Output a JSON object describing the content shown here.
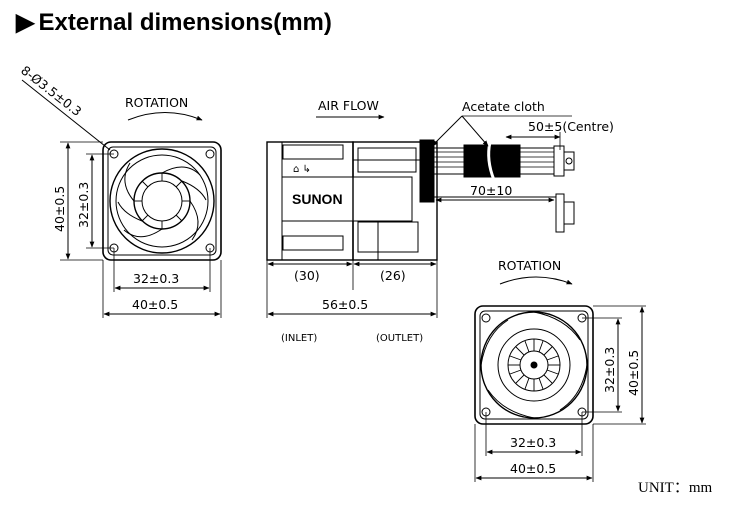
{
  "title": "External dimensions(mm)",
  "title_marker": "▶",
  "front_view": {
    "hole_spec": "8-Ø3.5±0.3",
    "rotation": "ROTATION",
    "height_outer": "40±0.5",
    "height_inner": "32±0.3",
    "width_inner": "32±0.3",
    "width_outer": "40±0.5"
  },
  "side_view": {
    "air_flow": "AIR FLOW",
    "brand": "SUNON",
    "acetate_cloth": "Acetate cloth",
    "lead_centre": "50±5(Centre)",
    "lead_length": "70±10",
    "inlet_len": "(30)",
    "outlet_len": "(26)",
    "total_len": "56±0.5",
    "inlet": "(INLET)",
    "outlet": "(OUTLET)"
  },
  "rear_view": {
    "rotation": "ROTATION",
    "height_inner": "32±0.3",
    "height_outer": "40±0.5",
    "width_inner": "32±0.3",
    "width_outer": "40±0.5"
  },
  "unit": "UNIT：mm"
}
